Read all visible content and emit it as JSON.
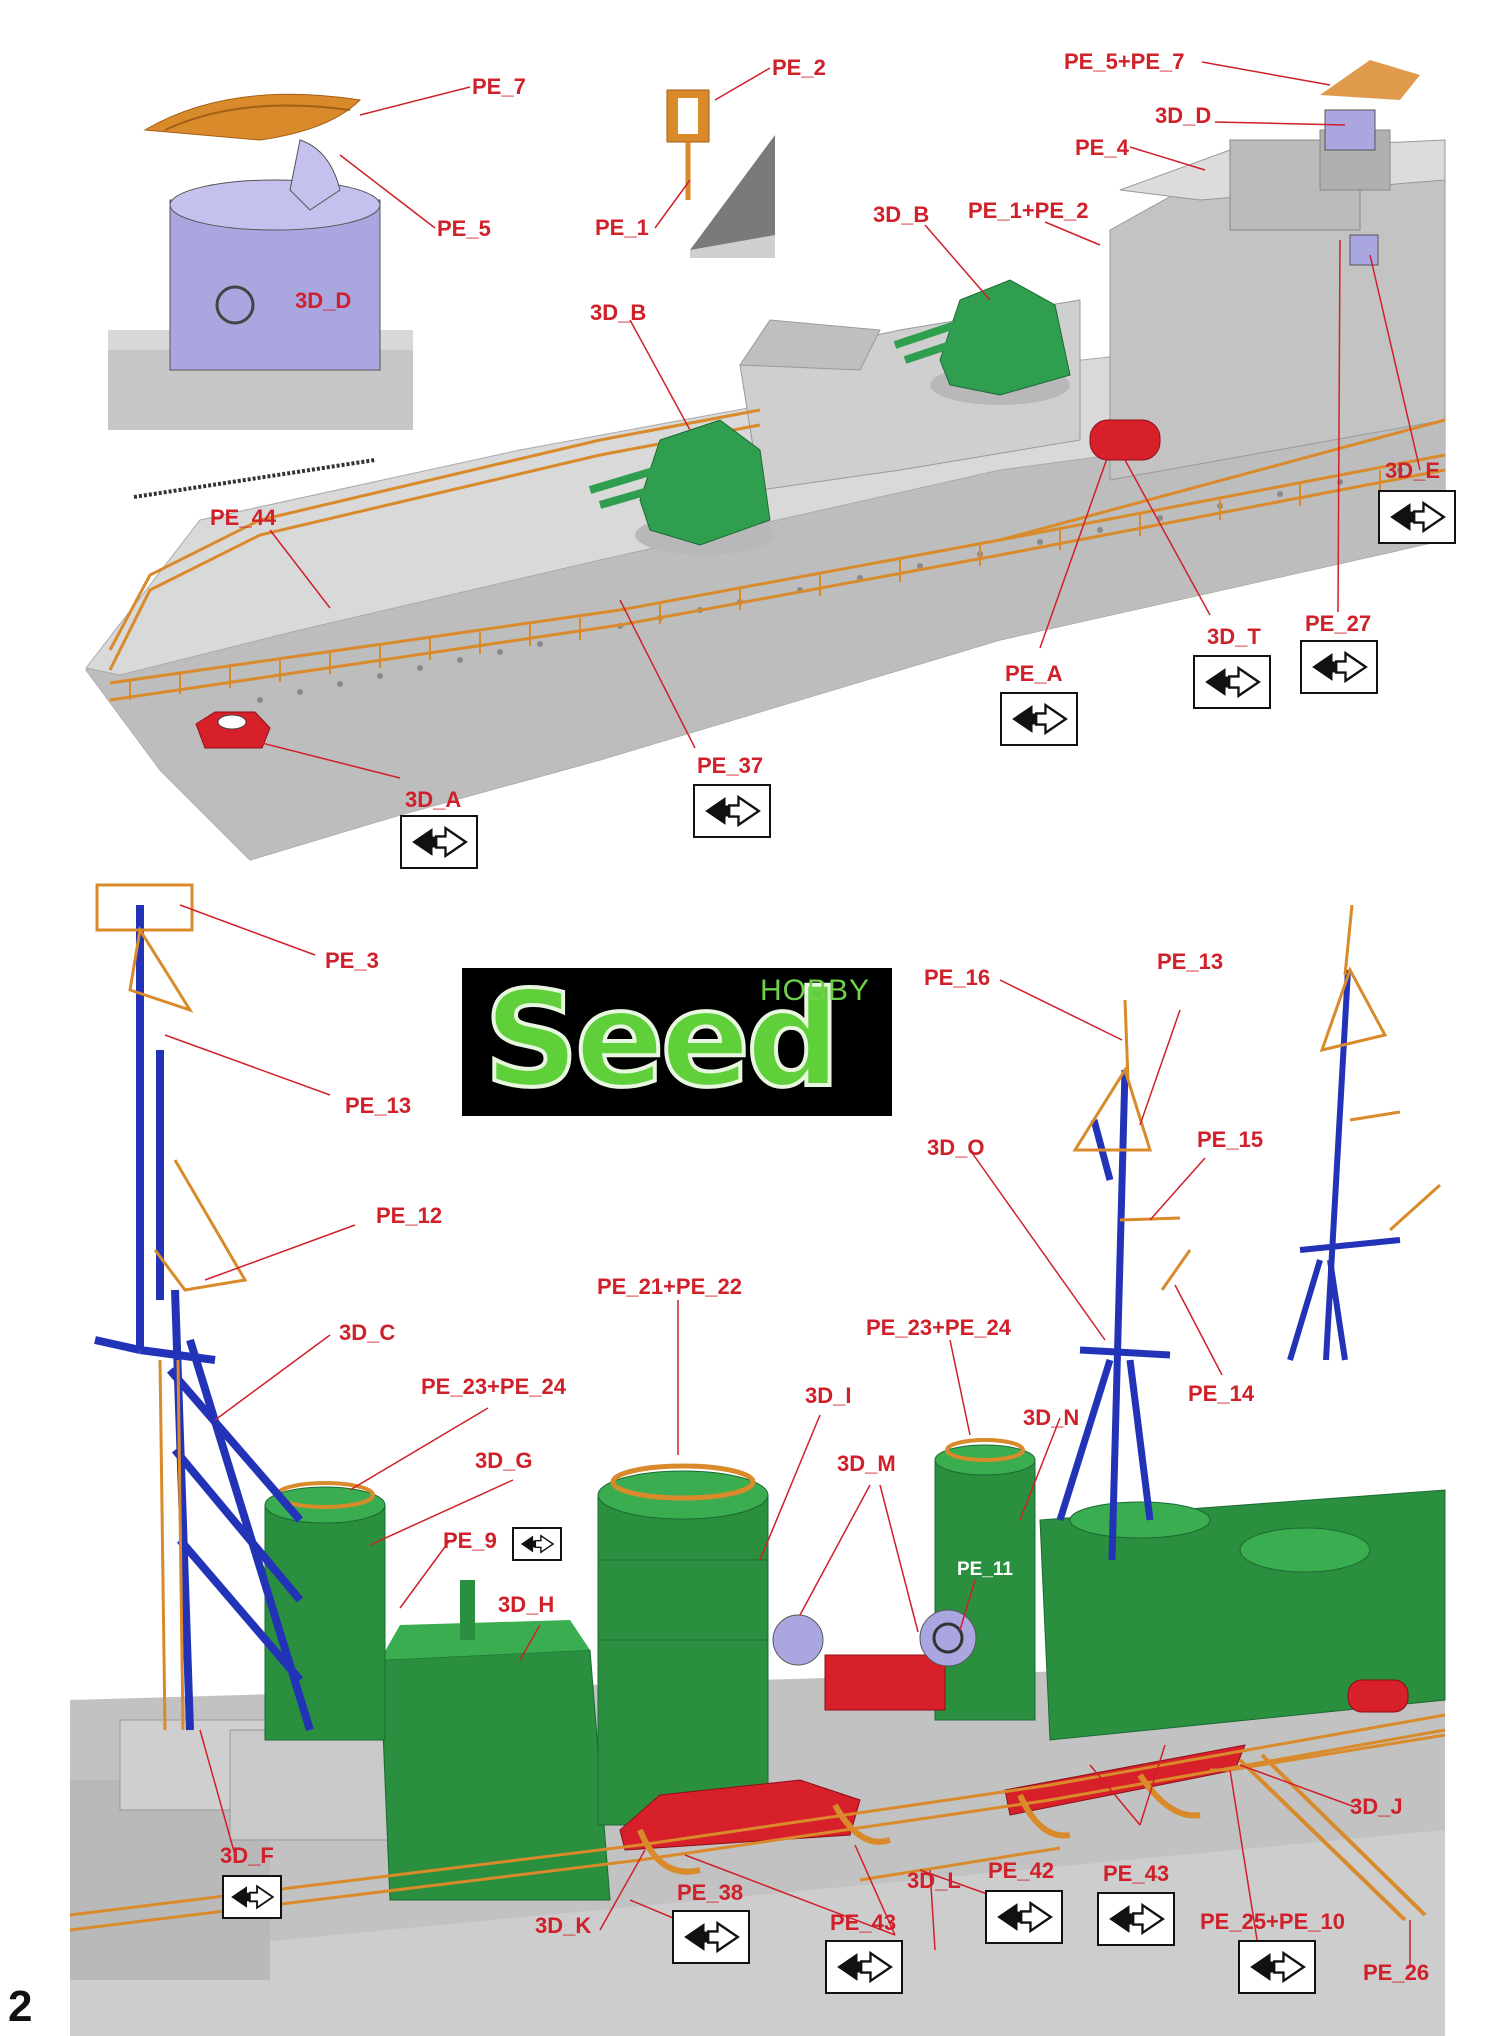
{
  "page_number": "2",
  "logo": {
    "brand": "Seed",
    "subtitle": "HOBBY"
  },
  "labels": {
    "pe7": "PE_7",
    "pe5_top": "PE_5",
    "d3d_inset": "3D_D",
    "pe2": "PE_2",
    "pe1": "PE_1",
    "pe5pe7": "PE_5+PE_7",
    "d3d": "3D_D",
    "pe4": "PE_4",
    "pe1pe2": "PE_1+PE_2",
    "b3b_a": "3D_B",
    "b3b_b": "3D_B",
    "e3e": "3D_E",
    "pe44": "PE_44",
    "t3t": "3D_T",
    "pe27": "PE_27",
    "pea": "PE_A",
    "pe37": "PE_37",
    "a3a": "3D_A",
    "pe3": "PE_3",
    "pe13_left": "PE_13",
    "pe12": "PE_12",
    "c3c": "3D_C",
    "pe16": "PE_16",
    "pe13_right": "PE_13",
    "o3o": "3D_O",
    "pe15": "PE_15",
    "pe14": "PE_14",
    "pe21pe22": "PE_21+PE_22",
    "pe23pe24_right": "PE_23+PE_24",
    "pe23pe24_left": "PE_23+PE_24",
    "i3i": "3D_I",
    "n3n": "3D_N",
    "g3g": "3D_G",
    "m3m": "3D_M",
    "pe9": "PE_9",
    "h3h": "3D_H",
    "pe11": "PE_11",
    "j3j": "3D_J",
    "f3f": "3D_F",
    "pe38": "PE_38",
    "pe42": "PE_42",
    "pe43_right": "PE_43",
    "l3l": "3D_L",
    "k3k": "3D_K",
    "pe43_left": "PE_43",
    "pe25pe10": "PE_25+PE_10",
    "pe26": "PE_26"
  },
  "colors": {
    "hull_gray": "#c8c8c8",
    "photo_etch_orange": "#d98a2b",
    "turret_green": "#2f9e4f",
    "funnel_green": "#2a8f3e",
    "mast_blue": "#2233b8",
    "lifeboat_red": "#d8202a",
    "fitting_lavender": "#a9a6e0",
    "callout_red": "#d0202a"
  }
}
